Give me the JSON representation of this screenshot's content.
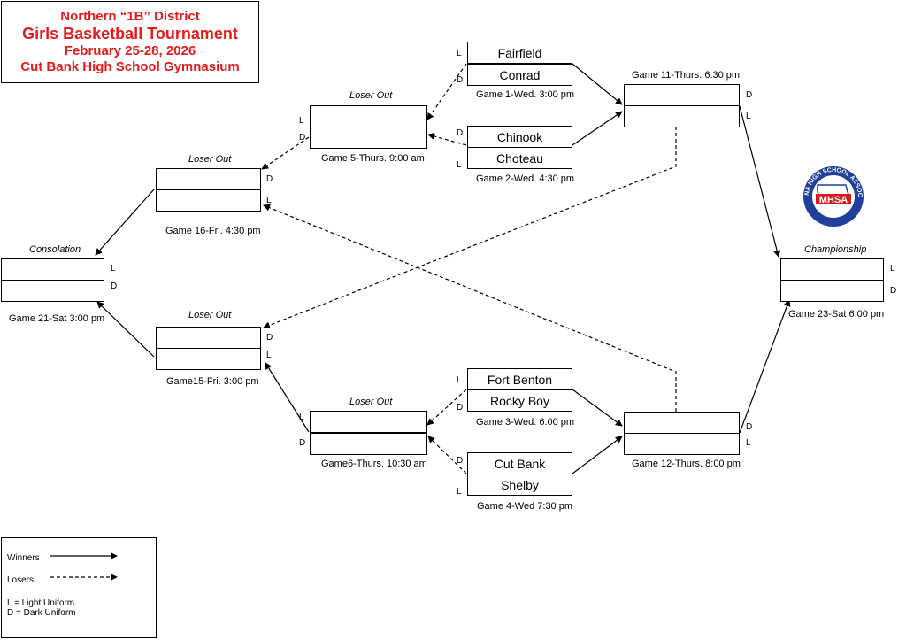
{
  "header": {
    "line1": "Northern “1B” District",
    "line2": "Girls Basketball Tournament",
    "line3": "February 25-28, 2026",
    "line4": "Cut Bank High School Gymnasium"
  },
  "colors": {
    "title_red": "#e21b1b",
    "logo_blue": "#1f3f9a",
    "logo_red": "#d7191d"
  },
  "logo": {
    "ring_text": "MONTANA HIGH SCHOOL ASSOCIATION",
    "center_text": "MHSA"
  },
  "games": {
    "g1": {
      "caption": "Game 1-Wed. 3:00 pm",
      "top_team": "Fairfield",
      "bottom_team": "Conrad",
      "top_uni": "L",
      "bottom_uni": "D"
    },
    "g2": {
      "caption": "Game 2-Wed. 4:30 pm",
      "top_team": "Chinook",
      "bottom_team": "Choteau",
      "top_uni": "D",
      "bottom_uni": "L"
    },
    "g3": {
      "caption": "Game 3-Wed. 6:00 pm",
      "top_team": "Fort Benton",
      "bottom_team": "Rocky Boy",
      "top_uni": "L",
      "bottom_uni": "D"
    },
    "g4": {
      "caption": "Game 4-Wed 7:30 pm",
      "top_team": "Cut Bank",
      "bottom_team": "Shelby",
      "top_uni": "D",
      "bottom_uni": "L"
    },
    "g5": {
      "caption": "Game 5-Thurs. 9:00 am",
      "heading": "Loser Out",
      "top_uni": "L",
      "bottom_uni": "D"
    },
    "g6": {
      "caption": "Game6-Thurs. 10:30 am",
      "heading": "Loser Out",
      "top_uni": "L",
      "bottom_uni": "D"
    },
    "g11": {
      "caption": "Game 11-Thurs. 6:30 pm",
      "top_uni": "D",
      "bottom_uni": "L"
    },
    "g12": {
      "caption": "Game 12-Thurs. 8:00 pm",
      "top_uni": "D",
      "bottom_uni": "L"
    },
    "g15": {
      "caption": "Game15-Fri. 3:00 pm",
      "heading": "Loser Out",
      "top_uni": "D",
      "bottom_uni": "L"
    },
    "g16": {
      "caption": "Game 16-Fri. 4:30 pm",
      "heading": "Loser Out",
      "top_uni": "D",
      "bottom_uni": "L"
    },
    "g21": {
      "caption": "Game 21-Sat 3:00 pm",
      "heading": "Consolation",
      "top_uni": "L",
      "bottom_uni": "D"
    },
    "g23": {
      "caption": "Game 23-Sat 6:00 pm",
      "heading": "Championship",
      "top_uni": "L",
      "bottom_uni": "D"
    }
  },
  "legend": {
    "winners": "Winners",
    "losers": "Losers",
    "light": "L = Light Uniform",
    "dark": "D = Dark Uniform"
  }
}
